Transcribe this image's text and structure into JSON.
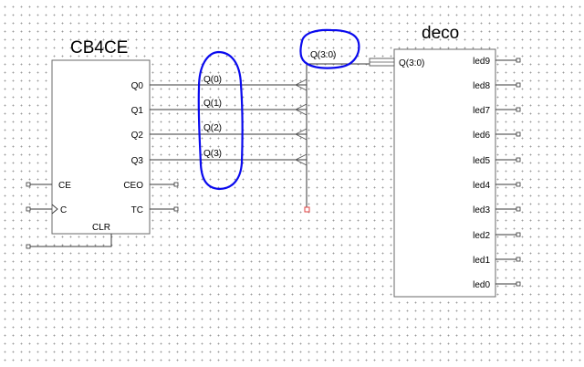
{
  "cb4ce": {
    "title": "CB4CE",
    "outputs": [
      "Q0",
      "Q1",
      "Q2",
      "Q3"
    ],
    "inputs": [
      "CE",
      "C"
    ],
    "status_outputs": [
      "CEO",
      "TC"
    ],
    "clear": "CLR"
  },
  "bus_taps": [
    "Q(0)",
    "Q(1)",
    "Q(2)",
    "Q(3)"
  ],
  "bus_label": "Q(3:0)",
  "deco": {
    "title": "deco",
    "input": "Q(3:0)",
    "outputs": [
      "led9",
      "led8",
      "led7",
      "led6",
      "led5",
      "led4",
      "led3",
      "led2",
      "led1",
      "led0"
    ]
  },
  "colors": {
    "annotation_ink": "#0a0aee",
    "wire": "#3a3a3a",
    "bus_end_marker": "#e04040"
  }
}
